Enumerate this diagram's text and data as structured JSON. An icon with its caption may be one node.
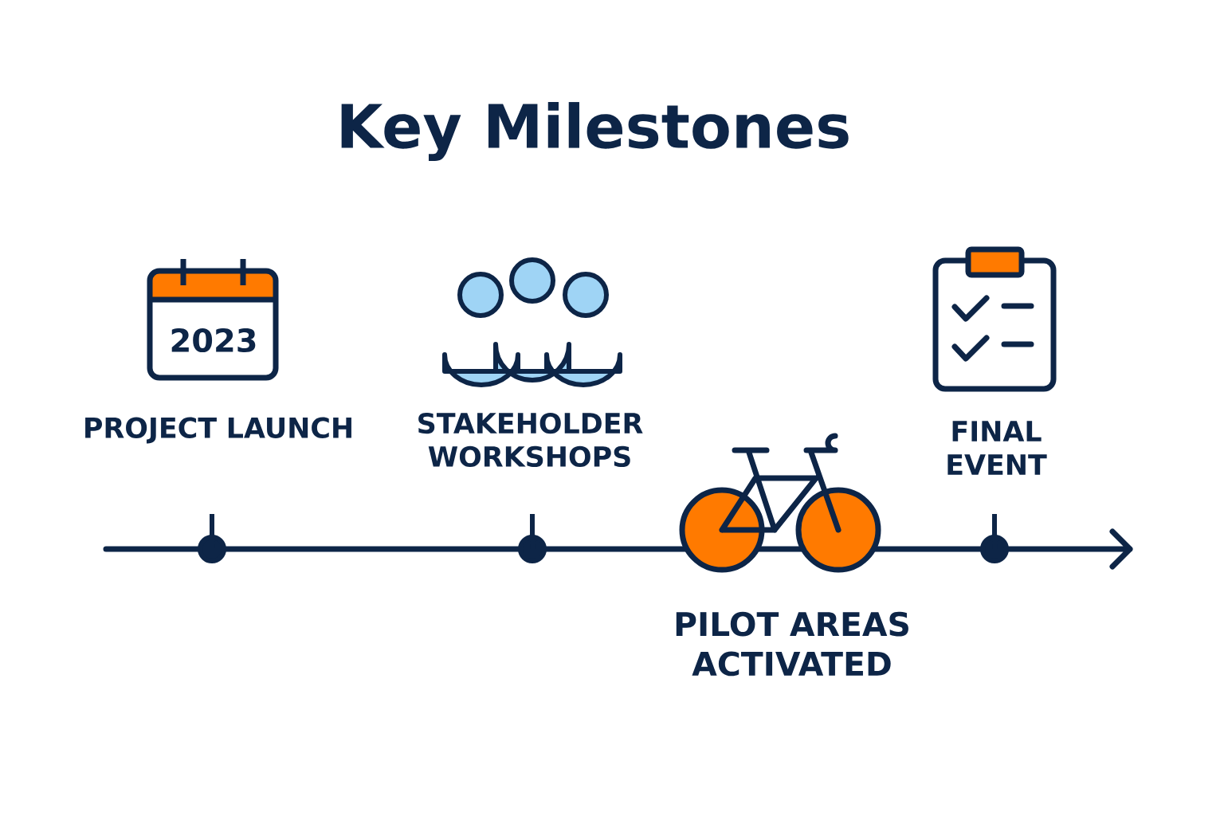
{
  "diagram": {
    "title": "Key Milestones",
    "labels": [
      "2023",
      "PROJECT LAUNCH",
      "STAKEHOLDER WORKSHOPS",
      "PILOT AREAS ACTIVATED",
      "FINAL EVENT"
    ]
  }
}
